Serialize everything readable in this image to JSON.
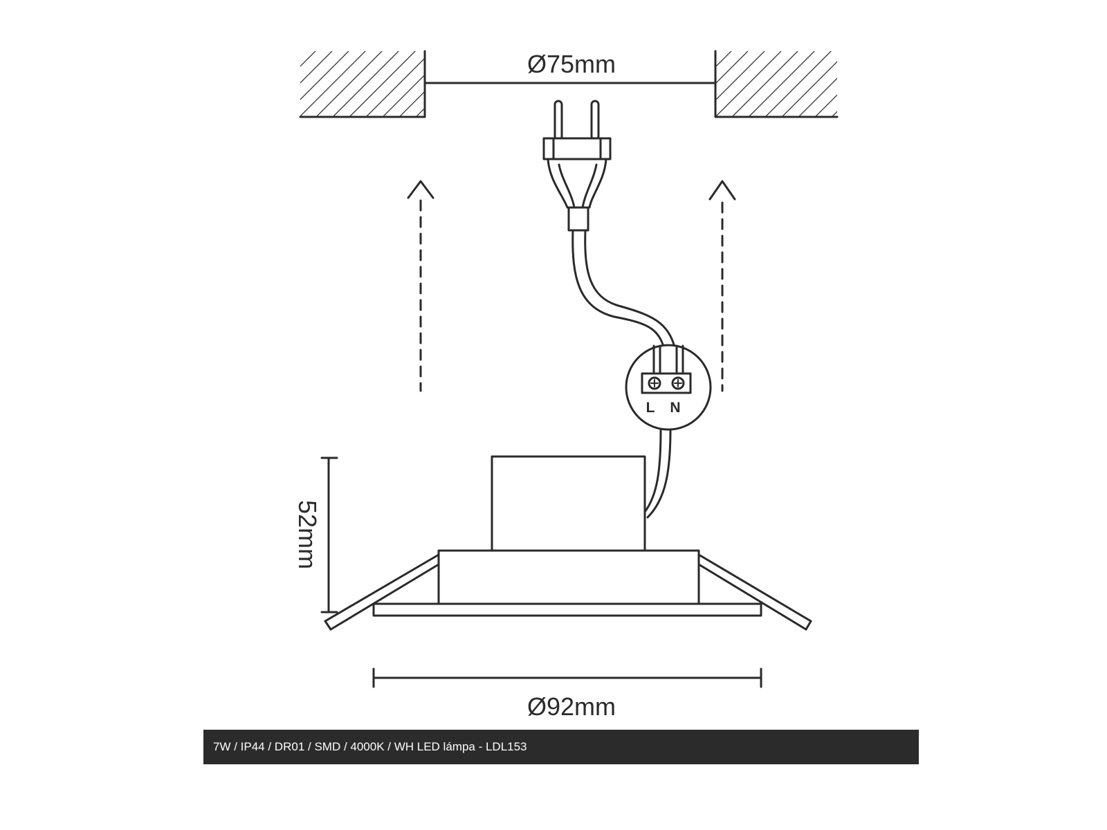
{
  "diagram": {
    "hole_diameter": "Ø75mm",
    "height": "52mm",
    "outer_diameter": "Ø92mm",
    "terminal": {
      "live": "L",
      "neutral": "N"
    },
    "line_color": "#2a2a2a"
  },
  "caption": "7W / IP44 / DR01 / SMD / 4000K / WH LED lámpa - LDL153"
}
